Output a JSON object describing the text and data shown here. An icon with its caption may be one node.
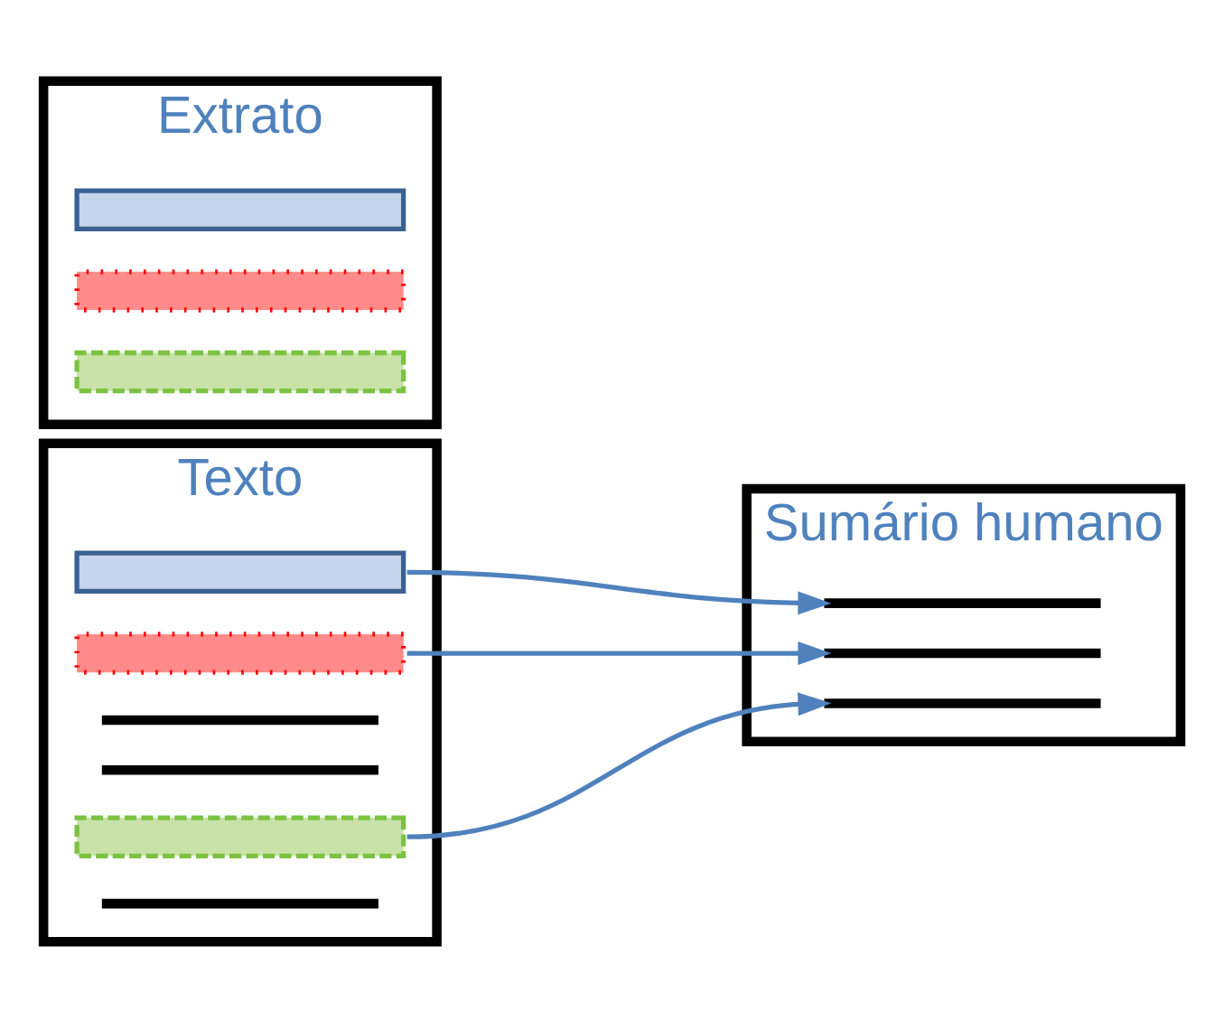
{
  "diagram": {
    "nodes": [
      {
        "text": [
          "Texto"
        ]
      },
      {
        "text": [],
        "shape": "bar",
        "in": 0
      },
      {
        "text": [],
        "shape": "bar",
        "in": 0
      },
      {
        "text": [],
        "shape": "line",
        "in": 0
      },
      {
        "text": [],
        "shape": "line",
        "in": 0
      },
      {
        "text": [],
        "shape": "bar",
        "in": 0
      },
      {
        "text": [],
        "shape": "line",
        "in": 0
      },
      {
        "text": [
          "Sumário humano"
        ]
      },
      {
        "text": [],
        "shape": "line",
        "in": 7
      },
      {
        "text": [],
        "shape": "line",
        "in": 7
      },
      {
        "text": [],
        "shape": "line",
        "in": 7
      },
      {
        "text": [
          "Extrato"
        ]
      },
      {
        "text": [],
        "shape": "bar",
        "in": 11
      },
      {
        "text": [],
        "shape": "bar",
        "in": 11
      },
      {
        "text": [],
        "shape": "bar",
        "in": 11
      }
    ],
    "edges": [
      {
        "from": 1,
        "to": 8,
        "arrow": "to"
      },
      {
        "from": 2,
        "to": 9,
        "arrow": "to"
      },
      {
        "from": 5,
        "to": 10,
        "arrow": "to"
      }
    ]
  }
}
